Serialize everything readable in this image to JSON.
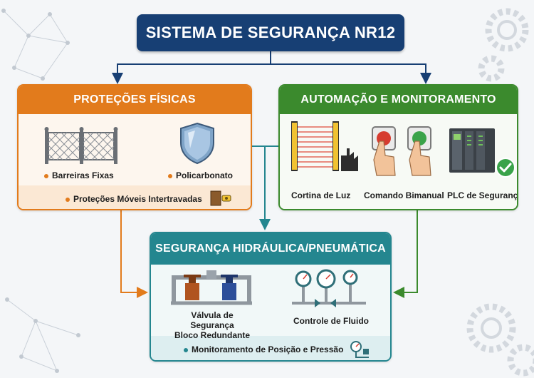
{
  "title": "SISTEMA DE SEGURANÇA NR12",
  "colors": {
    "title": "#173f74",
    "physical": "#e27b1c",
    "automation": "#3b8a2d",
    "hydraulic": "#24868f",
    "arrow_title": "#173f74"
  },
  "physical": {
    "heading": "PROTEÇÕES FÍSICAS",
    "items": [
      "Barreiras Fixas",
      "Policarbonato"
    ],
    "footer": "Proteções Móveis Intertravadas",
    "icons": [
      "fence-icon",
      "shield-icon",
      "door-interlock-icon"
    ]
  },
  "automation": {
    "heading": "AUTOMAÇÃO E MONITORAMENTO",
    "items": [
      "Cortina de Luz",
      "Comando Bimanual",
      "PLC de Segurança"
    ],
    "icons": [
      "light-curtain-icon",
      "two-hand-control-icon",
      "plc-icon",
      "check-icon"
    ]
  },
  "hydraulic": {
    "heading": "SEGURANÇA HIDRÁULICA/PNEUMÁTICA",
    "items": [
      {
        "line1": "Válvula de Segurança",
        "line2": "Bloco Redundante"
      },
      {
        "line1": "Controle de Fluido"
      }
    ],
    "footer": "Monitoramento de Posição e Pressão",
    "icons": [
      "valve-block-icon",
      "pressure-gauge-icon",
      "position-sensor-icon"
    ]
  }
}
